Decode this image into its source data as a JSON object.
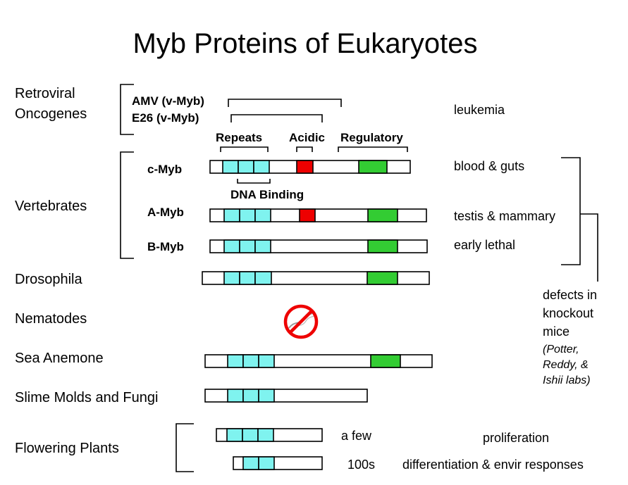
{
  "title": "Myb Proteins of Eukaryotes",
  "groups": {
    "retroviral_line1": "Retroviral",
    "retroviral_line2": "Oncogenes",
    "vertebrates": "Vertebrates",
    "drosophila": "Drosophila",
    "nematodes": "Nematodes",
    "sea_anemone": "Sea Anemone",
    "slime_molds": "Slime Molds and Fungi",
    "flowering_plants": "Flowering Plants"
  },
  "proteins": {
    "amv": "AMV (v-Myb)",
    "e26": "E26 (v-Myb)",
    "c_myb": "c-Myb",
    "a_myb": "A-Myb",
    "b_myb": "B-Myb"
  },
  "domains": {
    "repeats": "Repeats",
    "acidic": "Acidic",
    "regulatory": "Regulatory",
    "dna_binding": "DNA Binding"
  },
  "notes": {
    "leukemia": "leukemia",
    "blood_guts": "blood & guts",
    "testis_mammary": "testis & mammary",
    "early_lethal": "early lethal",
    "defects_line1": "defects in",
    "defects_line2": "knockout",
    "defects_line3": "mice",
    "ref_line1": "(Potter,",
    "ref_line2": "Reddy, &",
    "ref_line3": "Ishii labs)",
    "a_few": "a few",
    "hundreds": "100s",
    "proliferation": "proliferation",
    "differentiation": "differentiation & envir responses"
  },
  "colors": {
    "myb_repeat": "#7ff3ef",
    "acidic_domain": "#ee0000",
    "regulatory_domain": "#33cc33",
    "absent_symbol": "#ee0000"
  },
  "icons": {
    "nematode_absent": "no-worm-icon"
  }
}
